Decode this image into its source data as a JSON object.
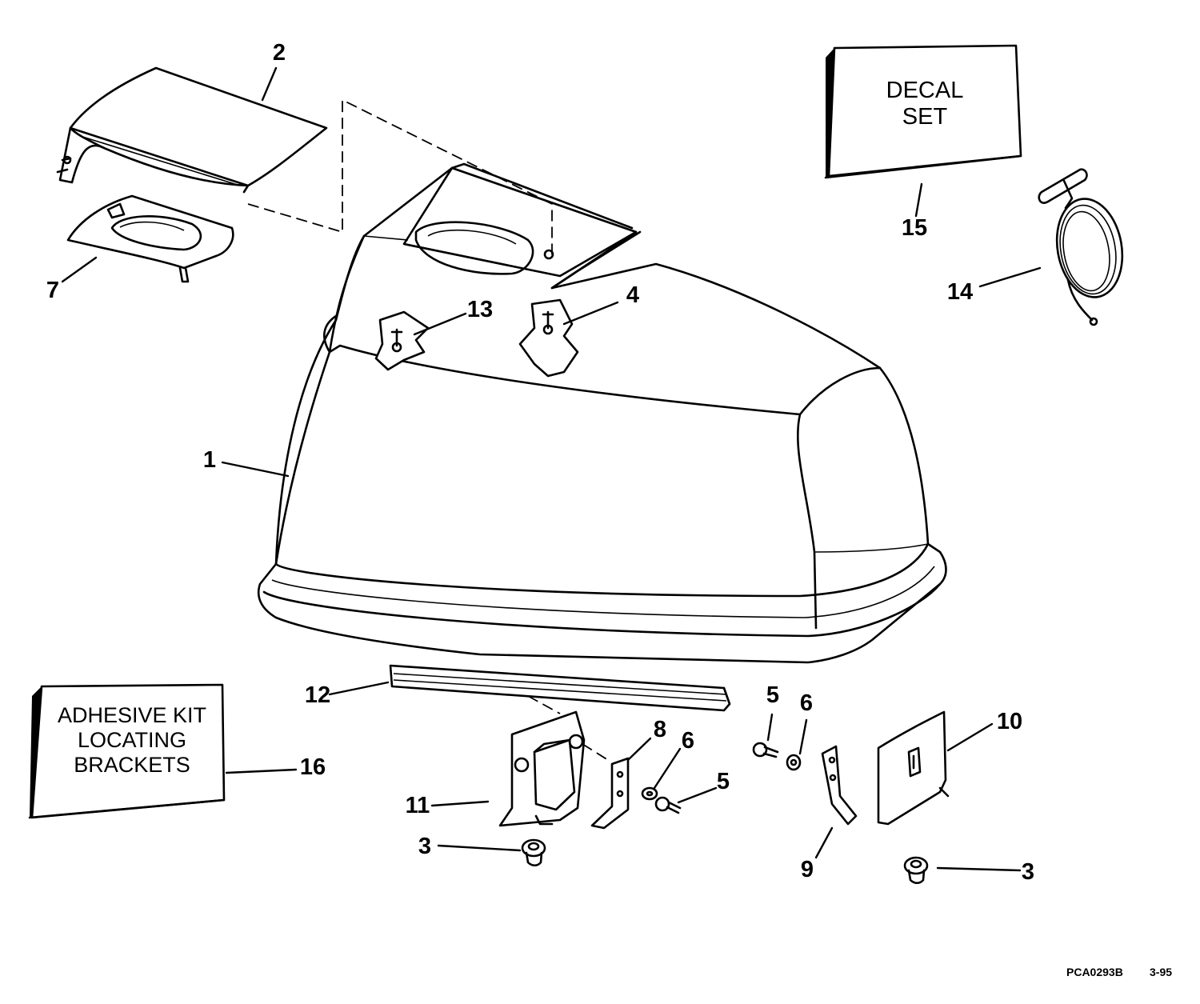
{
  "callouts": {
    "c1": "1",
    "c2": "2",
    "c3a": "3",
    "c3b": "3",
    "c4": "4",
    "c5a": "5",
    "c5b": "5",
    "c6a": "6",
    "c6b": "6",
    "c7": "7",
    "c8": "8",
    "c9": "9",
    "c10": "10",
    "c11": "11",
    "c12": "12",
    "c13": "13",
    "c14": "14",
    "c15": "15",
    "c16": "16"
  },
  "boxes": {
    "decal": {
      "line1": "DECAL",
      "line2": "SET"
    },
    "adhesive": {
      "line1": "ADHESIVE KIT",
      "line2": "LOCATING",
      "line3": "BRACKETS"
    }
  },
  "footer": {
    "code": "PCA0293B",
    "date": "3-95"
  }
}
